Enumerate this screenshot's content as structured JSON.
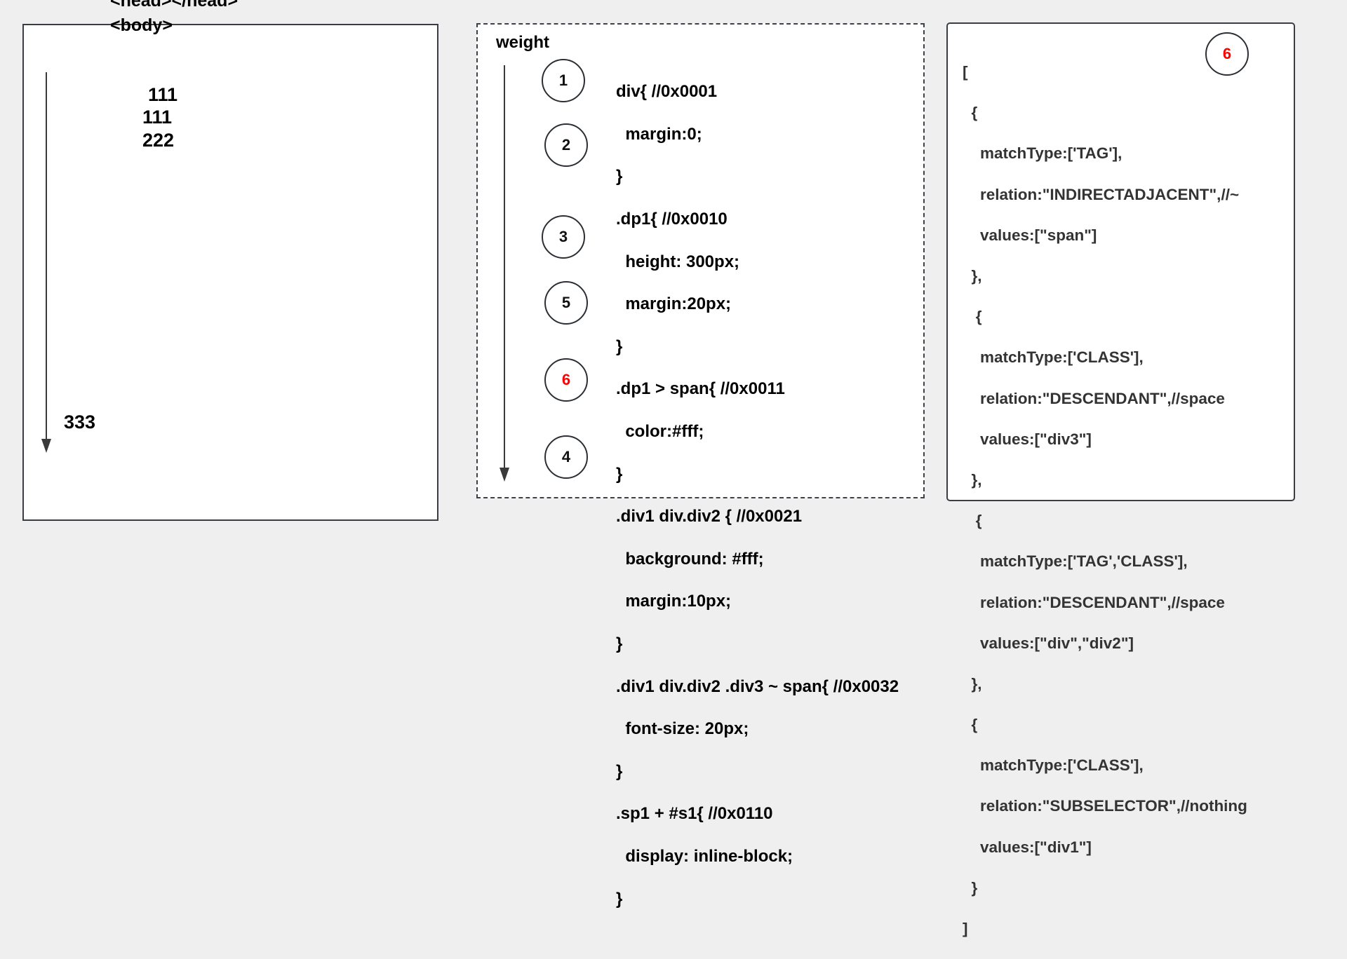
{
  "left_panel": {
    "head_tag": "<head></head>",
    "body_tag": "<body>",
    "nodes": [
      "111",
      "111",
      "222",
      "333"
    ]
  },
  "middle_panel": {
    "title": "weight",
    "rules": [
      {
        "weight": "1",
        "highlighted": false,
        "lines": [
          "div{ //0x0001",
          "  margin:0;",
          "}"
        ]
      },
      {
        "weight": "2",
        "highlighted": false,
        "lines": [
          ".dp1{ //0x0010",
          "  height: 300px;",
          "  margin:20px;",
          "}"
        ]
      },
      {
        "weight": "3",
        "highlighted": false,
        "lines": [
          ".dp1 > span{ //0x0011",
          "  color:#fff;",
          "}"
        ]
      },
      {
        "weight": "5",
        "highlighted": false,
        "lines": [
          ".div1 div.div2 { //0x0021",
          "  background: #fff;",
          "  margin:10px;",
          "}"
        ]
      },
      {
        "weight": "6",
        "highlighted": true,
        "lines": [
          ".div1 div.div2 .div3 ~ span{ //0x0032",
          "  font-size: 20px;",
          "}"
        ]
      },
      {
        "weight": "4",
        "highlighted": false,
        "lines": [
          ".sp1 + #s1{ //0x0110",
          "  display: inline-block;",
          "}"
        ]
      }
    ]
  },
  "right_panel": {
    "badge": "6",
    "lines": [
      "[",
      "  {",
      "    matchType:['TAG'],",
      "    relation:\"INDIRECTADJACENT\",//~",
      "    values:[\"span\"]",
      "  },",
      "   {",
      "    matchType:['CLASS'],",
      "    relation:\"DESCENDANT\",//space",
      "    values:[\"div3\"]",
      "  },",
      "   {",
      "    matchType:['TAG','CLASS'],",
      "    relation:\"DESCENDANT\",//space",
      "    values:[\"div\",\"div2\"]",
      "  },",
      "  {",
      "    matchType:['CLASS'],",
      "    relation:\"SUBSELECTOR\",//nothing",
      "    values:[\"div1\"]",
      "  }",
      "]"
    ]
  },
  "colors": {
    "background": "#efefef",
    "border": "#3a3d42",
    "highlight": "#ff0000",
    "json_text": "#333333"
  }
}
